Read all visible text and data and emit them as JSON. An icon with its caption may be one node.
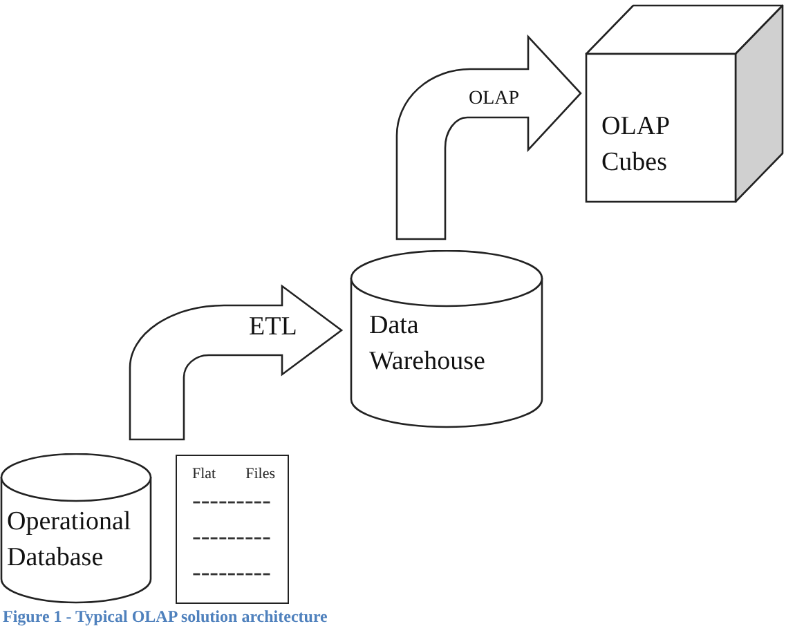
{
  "diagram": {
    "caption": "Figure 1 - Typical OLAP solution architecture",
    "nodes": [
      {
        "text": [
          "Operational Database"
        ]
      },
      {
        "text": [
          "Flat Files",
          "---------",
          "---------",
          "---------"
        ]
      },
      {
        "text": [
          "Data Warehouse"
        ]
      },
      {
        "text": [
          "OLAP Cubes"
        ]
      }
    ],
    "edges": [
      {
        "from": 0,
        "to": 2,
        "arrow": "to",
        "label": "ETL"
      },
      {
        "from": 1,
        "to": 2,
        "arrow": "to"
      },
      {
        "from": 2,
        "to": 3,
        "arrow": "to",
        "label": "OLAP"
      }
    ]
  }
}
